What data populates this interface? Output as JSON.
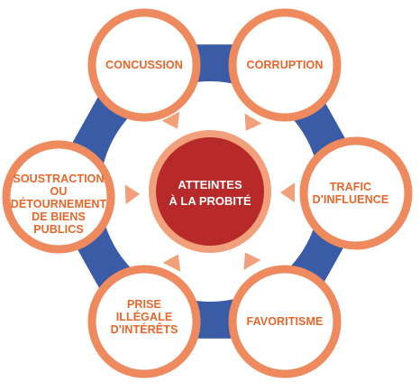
{
  "diagram": {
    "center": {
      "label": "ATTEINTES\nÀ LA PROBITÉ"
    },
    "nodes": [
      {
        "label": "CONCUSSION"
      },
      {
        "label": "CORRUPTION"
      },
      {
        "label": "TRAFIC\nD'INFLUENCE"
      },
      {
        "label": "FAVORITISME"
      },
      {
        "label": "PRISE\nILLÉGALE\nD'INTÉRÊTS"
      },
      {
        "label": "SOUSTRACTION\nOU\nDÉTOURNEMENT\nDE BIENS\nPUBLICS"
      }
    ],
    "colors": {
      "ring": "#3a5ba6",
      "node_border": "#ee8a5e",
      "node_fill": "#ffffff",
      "node_text": "#e8662a",
      "arrow": "#f2a07c",
      "center_fill": "#b82929",
      "center_border": "#f2a07c",
      "center_text": "#ffffff"
    }
  }
}
